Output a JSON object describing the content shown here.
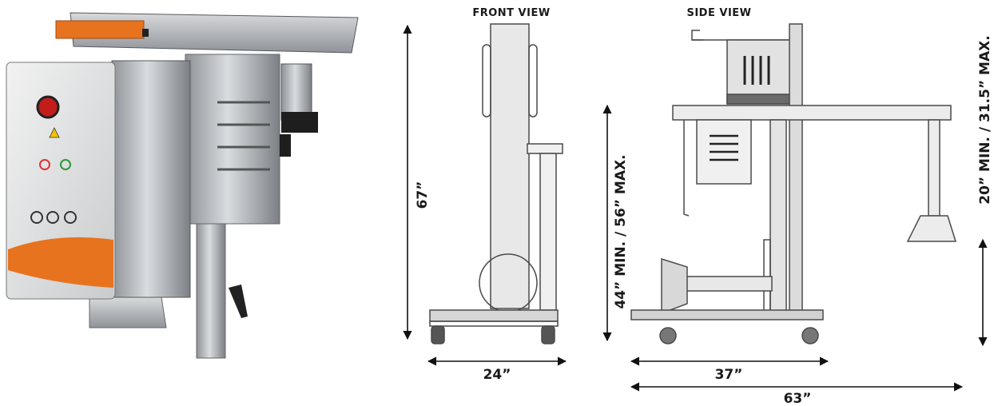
{
  "photo": {
    "panel_colors": {
      "orange": "#e8731e",
      "steel": "#b9bcc0",
      "dark": "#2a2a2a"
    }
  },
  "front_view": {
    "title": "FRONT VIEW",
    "height_label": "67”",
    "width_label": "24”"
  },
  "side_view": {
    "title": "SIDE VIEW",
    "height_label": "44” MIN. / 56” MAX.",
    "depth_label": "37”",
    "overall_label": "63”",
    "platform_height_label": "20” MIN. / 31.5” MAX."
  }
}
